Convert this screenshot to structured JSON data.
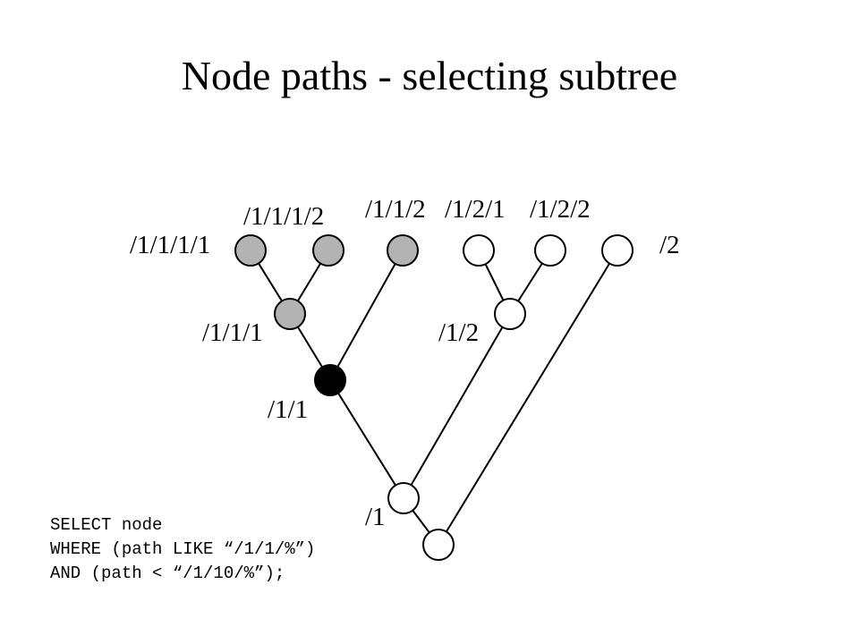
{
  "title": "Node paths - selecting subtree",
  "colors": {
    "selected_root": "#000000",
    "selected_descendant": "#b3b3b3",
    "unselected": "#ffffff"
  },
  "tree": {
    "nodes": [
      {
        "id": "n2",
        "path": "/2",
        "label": "/2",
        "state": "unselected"
      },
      {
        "id": "n1",
        "path": "/1",
        "label": "/1",
        "state": "unselected"
      },
      {
        "id": "n11",
        "path": "/1/1",
        "label": "/1/1",
        "state": "selected_root"
      },
      {
        "id": "n12",
        "path": "/1/2",
        "label": "/1/2",
        "state": "unselected"
      },
      {
        "id": "n111",
        "path": "/1/1/1",
        "label": "/1/1/1",
        "state": "selected_descendant"
      },
      {
        "id": "n112",
        "path": "/1/1/2",
        "label": "/1/1/2",
        "state": "selected_descendant"
      },
      {
        "id": "n121",
        "path": "/1/2/1",
        "label": "/1/2/1",
        "state": "unselected"
      },
      {
        "id": "n122",
        "path": "/1/2/2",
        "label": "/1/2/2",
        "state": "unselected"
      },
      {
        "id": "n1111",
        "path": "/1/1/1/1",
        "label": "/1/1/1/1",
        "state": "selected_descendant"
      },
      {
        "id": "n1112",
        "path": "/1/1/1/2",
        "label": "/1/1/1/2",
        "state": "selected_descendant"
      }
    ],
    "edges": [
      [
        "root",
        "n2"
      ],
      [
        "root",
        "n1"
      ],
      [
        "n1",
        "n11"
      ],
      [
        "n1",
        "n12"
      ],
      [
        "n11",
        "n111"
      ],
      [
        "n11",
        "n112"
      ],
      [
        "n111",
        "n1111"
      ],
      [
        "n111",
        "n1112"
      ],
      [
        "n12",
        "n121"
      ],
      [
        "n12",
        "n122"
      ]
    ]
  },
  "query": {
    "line1": "SELECT node",
    "line2": "WHERE (path LIKE “/1/1/%”)",
    "line3": "AND (path < “/1/10/%”);"
  }
}
